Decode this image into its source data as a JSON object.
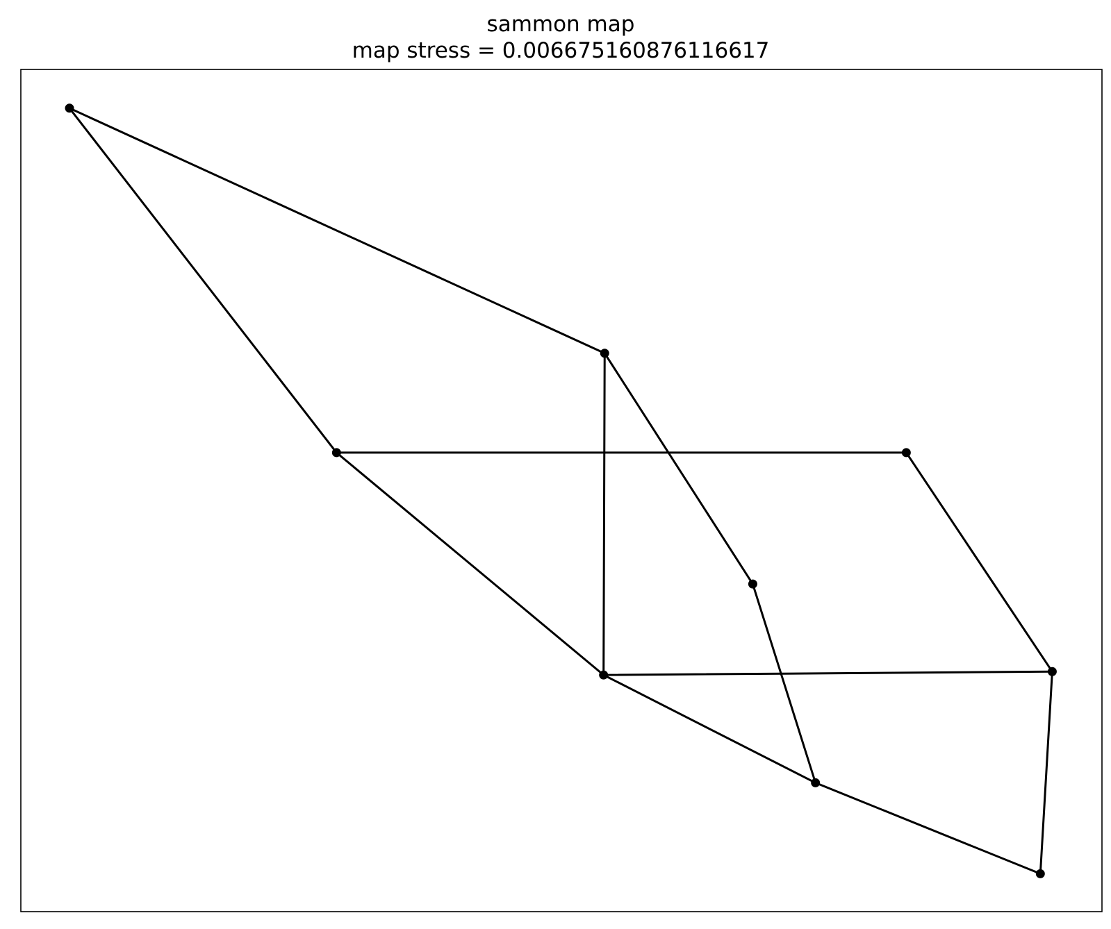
{
  "chart_data": {
    "type": "scatter",
    "title": "sammon map",
    "subtitle": "map stress = 0.006675160876116617",
    "xlabel": "",
    "ylabel": "",
    "grid": false,
    "axes_ticks": false,
    "colors": {
      "line": "#000000",
      "marker": "#000000",
      "frame": "#000000",
      "background": "#ffffff"
    },
    "points": [
      {
        "id": "A",
        "x": 0.045,
        "y": 0.954
      },
      {
        "id": "B",
        "x": 0.292,
        "y": 0.545
      },
      {
        "id": "C",
        "x": 0.54,
        "y": 0.663
      },
      {
        "id": "D",
        "x": 0.819,
        "y": 0.545
      },
      {
        "id": "E",
        "x": 0.677,
        "y": 0.389
      },
      {
        "id": "F",
        "x": 0.539,
        "y": 0.281
      },
      {
        "id": "G",
        "x": 0.954,
        "y": 0.285
      },
      {
        "id": "H",
        "x": 0.735,
        "y": 0.153
      },
      {
        "id": "I",
        "x": 0.943,
        "y": 0.045
      }
    ],
    "edges": [
      [
        "A",
        "C"
      ],
      [
        "A",
        "B"
      ],
      [
        "B",
        "D"
      ],
      [
        "B",
        "F"
      ],
      [
        "C",
        "F"
      ],
      [
        "C",
        "E"
      ],
      [
        "D",
        "G"
      ],
      [
        "E",
        "H"
      ],
      [
        "F",
        "G"
      ],
      [
        "F",
        "H"
      ],
      [
        "G",
        "I"
      ],
      [
        "H",
        "I"
      ]
    ],
    "xlim": [
      0,
      1
    ],
    "ylim": [
      0,
      1
    ]
  }
}
